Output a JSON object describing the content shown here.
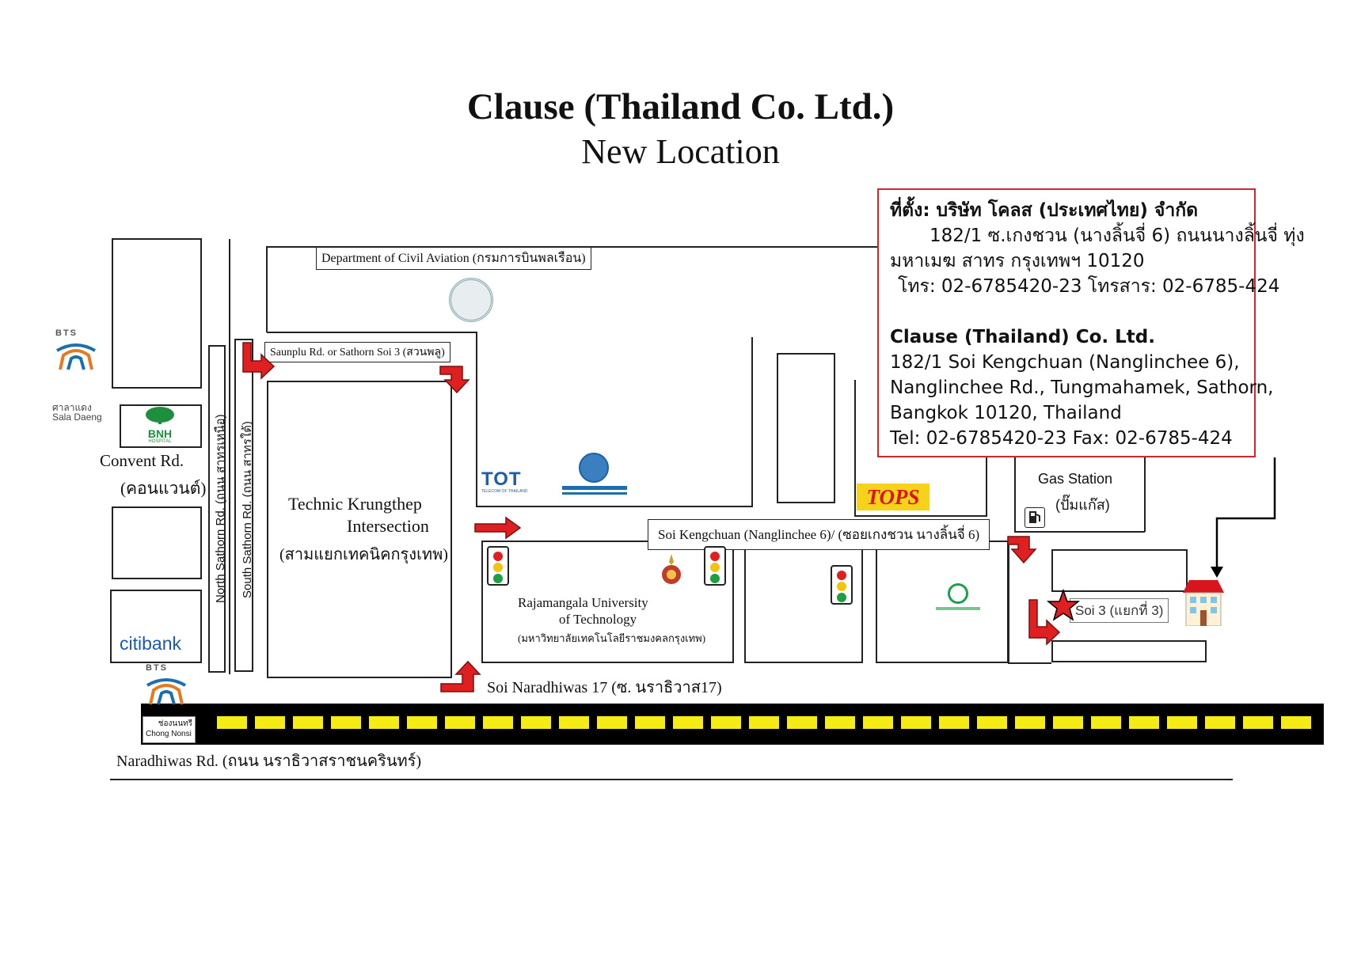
{
  "title": "Clause (Thailand Co. Ltd.)",
  "subtitle": "New Location",
  "info_box": {
    "thai_lines": [
      "ที่ตั้ง: บริษัท โคลส (ประเทศไทย) จำกัด",
      "182/1 ซ.เกงชวน (นางลิ้นจี่ 6) ถนนนางลิ้นจี่ ทุ่ง",
      "มหาเมฆ สาทร กรุงเทพฯ 10120",
      "โทร: 02-6785420-23 โทรสาร: 02-6785-424"
    ],
    "english_lines": [
      "Clause (Thailand) Co. Ltd.",
      "182/1 Soi Kengchuan (Nanglinchee 6),",
      "Nanglinchee Rd., Tungmahamek, Sathorn,",
      "Bangkok 10120, Thailand",
      "Tel: 02-6785420-23 Fax: 02-6785-424"
    ]
  },
  "labels": {
    "civil_aviation": "Department of Civil Aviation (กรมการบินพลเรือน)",
    "saunplu": "Saunplu Rd. or Sathorn Soi 3 (สวนพลู)",
    "convent_en": "Convent Rd.",
    "convent_th": "(คอนแวนต์)",
    "technic_1": "Technic Krungthep",
    "technic_2": "Intersection",
    "technic_th": "(สามแยกเทคนิคกรุงเทพ)",
    "north_sathorn": "North Sathorn Rd. (ถนน สาทรเหนือ)",
    "south_sathorn": "South Sathorn Rd. (ถนน สาทรใต้)",
    "kengchuan": "Soi Kengchuan (Nanglinchee 6)/ (ซอยเกงชวน นางลิ้นจี่ 6)",
    "rmut_1": "Rajamangala University",
    "rmut_2": "of Technology",
    "rmut_th": "(มหาวิทยาลัยเทคโนโลยีราชมงคลกรุงเทพ)",
    "naradhiwas17": "Soi Naradhiwas 17 (ซ. นราธิวาส17)",
    "naradhiwas_rd": "Naradhiwas Rd. (ถนน นราธิวาสราชนครินทร์)",
    "gas_en": "Gas Station",
    "gas_th": "(ปั๊มแก๊ส)",
    "soi3": "Soi 3 (แยกที่ 3)",
    "sala_daeng_th": "ศาลาแดง",
    "sala_daeng_en": "Sala Daeng",
    "chong_nonsi_th": "ช่องนนทรี",
    "chong_nonsi_en": "Chong Nonsi",
    "bts": "BTS",
    "citibank": "citibank",
    "tops": "TOPS",
    "tot": "TOT",
    "tot_sub": "TELECOM OF THAILAND",
    "bnh": "BNH",
    "bnh_sub": "HOSPITAL"
  },
  "colors": {
    "arrow": "#e02020",
    "info_border": "#d0262e",
    "lane": "#f4ec14",
    "bts_blue": "#1b6fb0",
    "bts_orange": "#e8781c",
    "tops_red": "#d8141c",
    "tops_yellow": "#f6d21a"
  }
}
